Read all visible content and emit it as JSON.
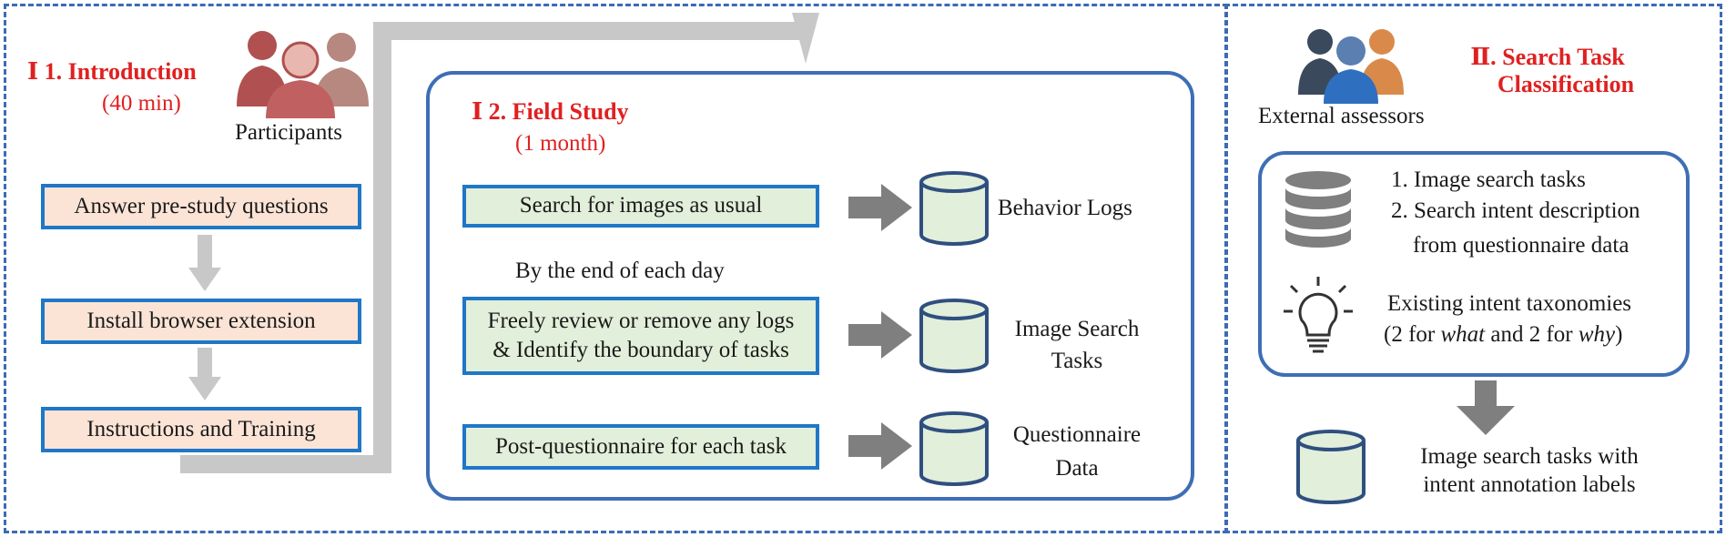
{
  "section1": {
    "intro_title": "Ⅰ 1. Introduction",
    "intro_duration": "(40 min)",
    "participants_label": "Participants",
    "steps": [
      "Answer pre-study questions",
      "Install  browser extension",
      "Instructions and Training"
    ]
  },
  "field_study": {
    "title": "Ⅰ 2. Field Study",
    "duration": "(1 month)",
    "row1_box": "Search for images as usual",
    "row1_output": "Behavior Logs",
    "mid_text": "By the end of each day",
    "row2_box_line1": "Freely review or remove any logs",
    "row2_box_line2": "& Identify the boundary of tasks",
    "row2_output_line1": "Image Search",
    "row2_output_line2": "Tasks",
    "row3_box": "Post-questionnaire for each task",
    "row3_output_line1": "Questionnaire",
    "row3_output_line2": "Data"
  },
  "section2": {
    "title_line1": "Ⅱ. Search Task",
    "title_line2": "Classification",
    "assessors_label": "External assessors",
    "inputs": {
      "item1": "1. Image search tasks",
      "item2": "2. Search intent description",
      "item2_cont": "from questionnaire data",
      "taxonomy_line1": "Existing intent taxonomies",
      "taxonomy_line2_pre": "(2 for ",
      "taxonomy_what": "what",
      "taxonomy_mid": " and 2 for ",
      "taxonomy_why": "why",
      "taxonomy_end": ")"
    },
    "result_line1": "Image search tasks with",
    "result_line2": "intent annotation labels"
  },
  "colors": {
    "dashed_border": "#3d6bb3",
    "panel_border": "#3e6eb5",
    "title_red": "#e02020",
    "pink_fill": "#fbe4d6",
    "green_fill": "#e2efda",
    "box_border": "#1f77c7",
    "arrow_gray": "#7f7f7f",
    "connector_gray": "#c8c8c8"
  }
}
